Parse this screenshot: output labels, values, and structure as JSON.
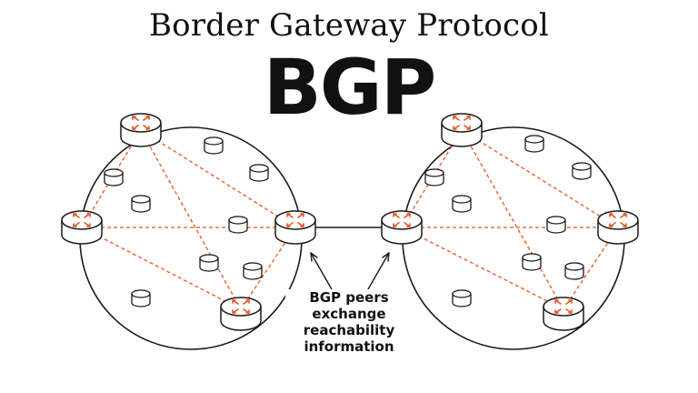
{
  "title": "Border Gateway Protocol",
  "acronym": "BGP",
  "annotation": [
    "BGP peers",
    "exchange",
    "reachability",
    "information"
  ],
  "colors": {
    "accent": "#e8541f",
    "stroke": "#1a1a1a",
    "background": "#ffffff"
  },
  "icons": [
    "router-icon",
    "host-icon",
    "network-cloud-icon"
  ]
}
